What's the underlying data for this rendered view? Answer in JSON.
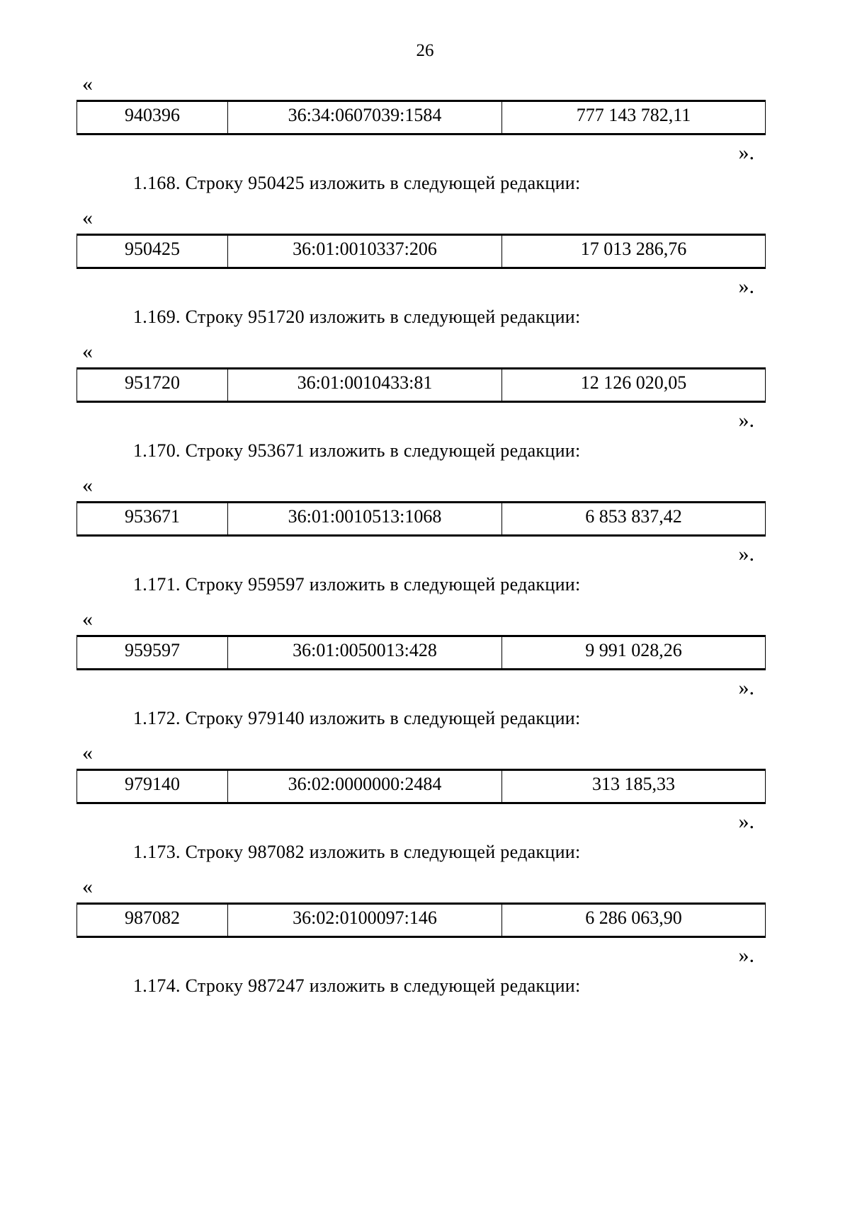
{
  "page_number": "26",
  "marks": {
    "open": "«",
    "close": "»."
  },
  "sections": [
    {
      "row": {
        "id": "940396",
        "cadastral": "36:34:0607039:1584",
        "value": "777 143 782,11"
      }
    },
    {
      "heading": "1.168. Строку 950425 изложить в следующей редакции:",
      "row": {
        "id": "950425",
        "cadastral": "36:01:0010337:206",
        "value": "17 013 286,76"
      }
    },
    {
      "heading": "1.169. Строку 951720 изложить в следующей редакции:",
      "row": {
        "id": "951720",
        "cadastral": "36:01:0010433:81",
        "value": "12 126 020,05"
      }
    },
    {
      "heading": "1.170. Строку 953671 изложить в следующей редакции:",
      "row": {
        "id": "953671",
        "cadastral": "36:01:0010513:1068",
        "value": "6 853 837,42"
      }
    },
    {
      "heading": "1.171. Строку 959597 изложить в следующей редакции:",
      "row": {
        "id": "959597",
        "cadastral": "36:01:0050013:428",
        "value": "9 991 028,26"
      }
    },
    {
      "heading": "1.172. Строку 979140 изложить в следующей редакции:",
      "row": {
        "id": "979140",
        "cadastral": "36:02:0000000:2484",
        "value": "313 185,33"
      }
    },
    {
      "heading": "1.173. Строку 987082 изложить в следующей редакции:",
      "row": {
        "id": "987082",
        "cadastral": "36:02:0100097:146",
        "value": "6 286 063,90"
      }
    },
    {
      "heading": "1.174. Строку 987247 изложить в следующей редакции:"
    }
  ]
}
